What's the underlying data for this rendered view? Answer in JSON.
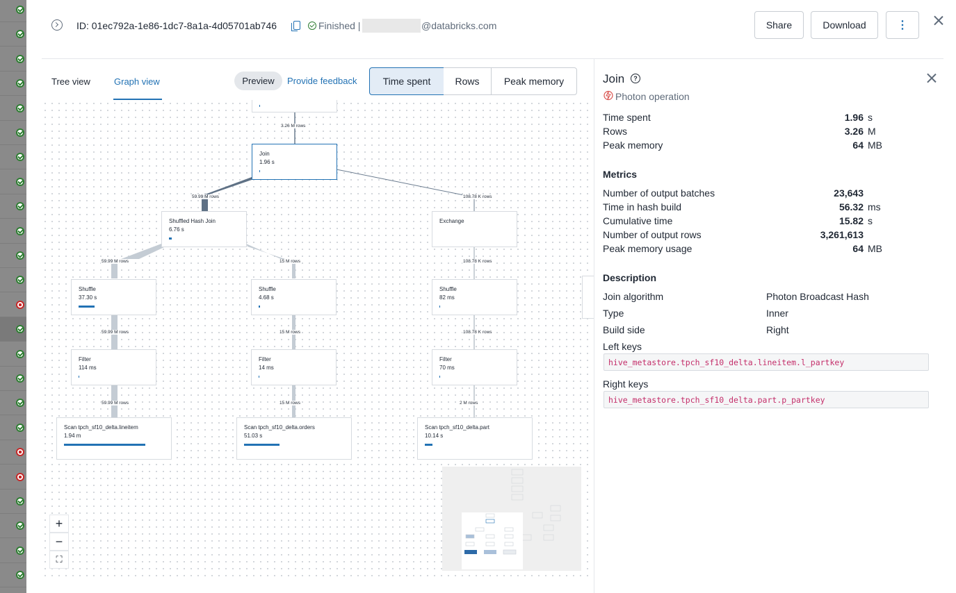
{
  "backdrop": {
    "rows": [
      {
        "status": "ok"
      },
      {
        "status": "ok"
      },
      {
        "status": "ok"
      },
      {
        "status": "ok"
      },
      {
        "status": "ok"
      },
      {
        "status": "ok"
      },
      {
        "status": "ok"
      },
      {
        "status": "ok"
      },
      {
        "status": "ok"
      },
      {
        "status": "ok"
      },
      {
        "status": "ok"
      },
      {
        "status": "ok"
      },
      {
        "status": "err"
      },
      {
        "status": "ok",
        "selected": true
      },
      {
        "status": "ok"
      },
      {
        "status": "ok"
      },
      {
        "status": "ok"
      },
      {
        "status": "ok"
      },
      {
        "status": "err"
      },
      {
        "status": "err"
      },
      {
        "status": "ok"
      },
      {
        "status": "ok"
      },
      {
        "status": "ok"
      },
      {
        "status": "ok"
      }
    ]
  },
  "header": {
    "query_id": "ID: 01ec792a-1e86-1dc7-8a1a-4d05701ab746",
    "status": "Finished |",
    "user_domain": "@databricks.com",
    "share_label": "Share",
    "download_label": "Download",
    "more_label": "⋮"
  },
  "tabs": [
    {
      "label": "Tree view",
      "active": false
    },
    {
      "label": "Graph view",
      "active": true
    }
  ],
  "toolbar": {
    "preview_label": "Preview",
    "feedback_label": "Provide feedback",
    "metric_buttons": [
      {
        "label": "Time spent",
        "selected": true
      },
      {
        "label": "Rows",
        "selected": false
      },
      {
        "label": "Peak memory",
        "selected": false
      }
    ]
  },
  "graph": {
    "nodes": [
      {
        "id": "top",
        "title": "",
        "value": "",
        "bar": 0.01
      },
      {
        "id": "join",
        "title": "Join",
        "value": "1.96 s",
        "bar": 0.01,
        "selected": true
      },
      {
        "id": "shj",
        "title": "Shuffled Hash Join",
        "value": "6.76 s",
        "bar": 0.03
      },
      {
        "id": "exchange",
        "title": "Exchange",
        "value": "",
        "bar": 0
      },
      {
        "id": "shuffle1",
        "title": "Shuffle",
        "value": "37.30 s",
        "bar": 0.2
      },
      {
        "id": "shuffle2",
        "title": "Shuffle",
        "value": "4.68 s",
        "bar": 0.02
      },
      {
        "id": "shuffle3",
        "title": "Shuffle",
        "value": "82 ms",
        "bar": 0.005
      },
      {
        "id": "filter1",
        "title": "Filter",
        "value": "114 ms",
        "bar": 0.005
      },
      {
        "id": "filter2",
        "title": "Filter",
        "value": "14 ms",
        "bar": 0.005
      },
      {
        "id": "filter3",
        "title": "Filter",
        "value": "70 ms",
        "bar": 0.005
      },
      {
        "id": "scan1",
        "title": "Scan tpch_sf10_delta.lineitem",
        "value": "1.94 m",
        "bar": 1.0
      },
      {
        "id": "scan2",
        "title": "Scan tpch_sf10_delta.orders",
        "value": "51.03 s",
        "bar": 0.44
      },
      {
        "id": "scan3",
        "title": "Scan tpch_sf10_delta.part",
        "value": "10.14 s",
        "bar": 0.09
      }
    ],
    "edges": [
      {
        "label": "3.26 M rows"
      },
      {
        "label": "59.99 M rows"
      },
      {
        "label": "108.78 K rows"
      },
      {
        "label": "59.99 M rows"
      },
      {
        "label": "15 M rows"
      },
      {
        "label": "108.78 K rows"
      },
      {
        "label": "59.99 M rows"
      },
      {
        "label": "15 M rows"
      },
      {
        "label": "108.78 K rows"
      },
      {
        "label": "59.99 M rows"
      },
      {
        "label": "15 M rows"
      },
      {
        "label": "2 M rows"
      }
    ],
    "zoom": {
      "in": "+",
      "out": "−",
      "fit": "⛶"
    }
  },
  "panel": {
    "title": "Join",
    "help": "?",
    "operation": "Photon operation",
    "summary": [
      {
        "key": "Time spent",
        "value": "1.96",
        "unit": "s"
      },
      {
        "key": "Rows",
        "value": "3.26",
        "unit": "M"
      },
      {
        "key": "Peak memory",
        "value": "64",
        "unit": "MB"
      }
    ],
    "metrics_title": "Metrics",
    "metrics": [
      {
        "key": "Number of output batches",
        "value": "23,643",
        "unit": ""
      },
      {
        "key": "Time in hash build",
        "value": "56.32",
        "unit": "ms"
      },
      {
        "key": "Cumulative time",
        "value": "15.82",
        "unit": "s"
      },
      {
        "key": "Number of output rows",
        "value": "3,261,613",
        "unit": ""
      },
      {
        "key": "Peak memory usage",
        "value": "64",
        "unit": "MB"
      }
    ],
    "description_title": "Description",
    "description": [
      {
        "key": "Join algorithm",
        "value": "Photon Broadcast Hash"
      },
      {
        "key": "Type",
        "value": "Inner"
      },
      {
        "key": "Build side",
        "value": "Right"
      }
    ],
    "left_keys_label": "Left keys",
    "left_keys": "hive_metastore.tpch_sf10_delta.lineitem.l_partkey",
    "right_keys_label": "Right keys",
    "right_keys": "hive_metastore.tpch_sf10_delta.part.p_partkey"
  },
  "colors": {
    "accent": "#2272b4",
    "success": "#2e7d32",
    "error": "#c62828",
    "code": "#c42e6a"
  }
}
